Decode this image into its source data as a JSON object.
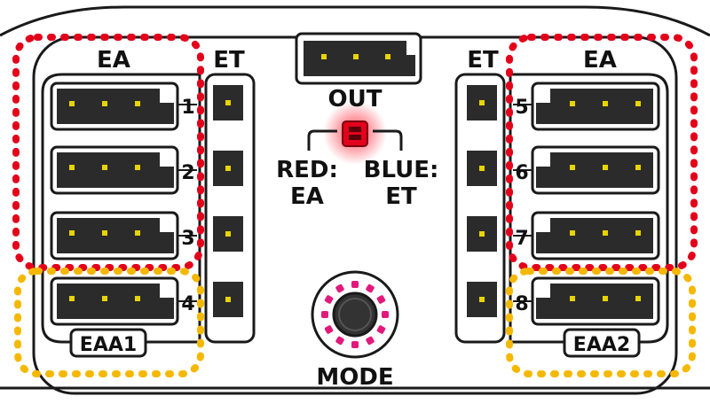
{
  "labels": {
    "ea_left": "EA",
    "et_left": "ET",
    "out": "OUT",
    "ea_right": "EA",
    "et_right": "ET",
    "red": "RED:",
    "ea_sub": "EA",
    "blue": "BLUE:",
    "et_sub": "ET",
    "eaa1": "EAA1",
    "eaa2": "EAA2",
    "mode": "MODE"
  },
  "ports_left": [
    "1",
    "2",
    "3",
    "4"
  ],
  "ports_right": [
    "5",
    "6",
    "7",
    "8"
  ],
  "colors": {
    "outline": "#1a1a1a",
    "connector": "#2b2b2b",
    "pin": "#e8d400",
    "red_group": "#e3001b",
    "yellow_group": "#f5b800",
    "led": "#e3001b",
    "mode_ring": "#e2197c",
    "button": "#333333"
  }
}
